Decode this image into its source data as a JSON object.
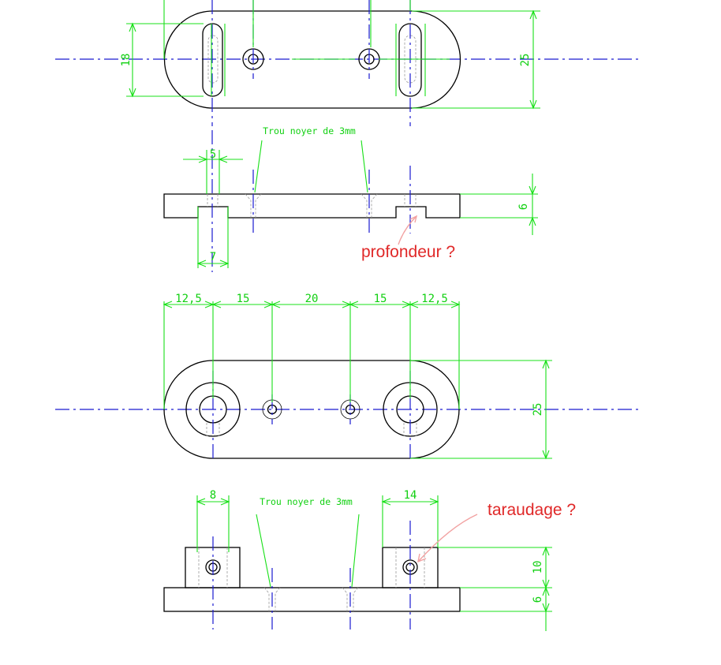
{
  "drawing": {
    "top_view": {
      "dim_width_18": "18",
      "dim_height_25": "25"
    },
    "front_view": {
      "note_hole": "Trou noyer de 3mm",
      "dim_slot_5": "5",
      "dim_slot_7": "7",
      "dim_thickness_6": "6",
      "question_depth": "profondeur ?"
    },
    "bottom_view": {
      "dim_12_5_left": "12,5",
      "dim_15_left": "15",
      "dim_20": "20",
      "dim_15_right": "15",
      "dim_12_5_right": "12,5",
      "dim_height_25": "25"
    },
    "side_view": {
      "note_hole": "Trou noyer de 3mm",
      "dim_block_8": "8",
      "dim_block_14": "14",
      "dim_block_10": "10",
      "dim_thickness_6": "6",
      "question_tap": "taraudage ?"
    }
  },
  "colors": {
    "outline": "#000000",
    "dimension": "#18e018",
    "center_axis": "#1a1ad0",
    "question": "#e02828"
  }
}
